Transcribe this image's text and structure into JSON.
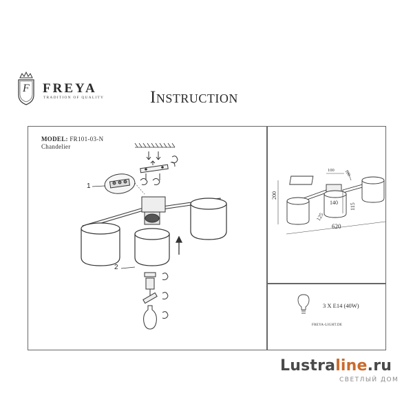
{
  "header": {
    "brand": "FREYA",
    "tagline": "TRADITION OF QUALITY",
    "logo_letter": "F",
    "title": "Instruction"
  },
  "model": {
    "label": "MODEL:",
    "value": "FR101-03-N",
    "type": "Chandelier"
  },
  "assembly": {
    "callouts": [
      "1",
      "2"
    ]
  },
  "dimensions": {
    "height": "200",
    "top_a": "100",
    "top_b": "100",
    "shade_width": "140",
    "shade_height": "115",
    "shade_depth": "125",
    "total_length": "620"
  },
  "spec": {
    "lamp": "3 X E14 (40W)",
    "website": "FREYA-LIGHT.DE"
  },
  "watermark": {
    "part1": "Lustra",
    "part2": "line",
    "part3": ".ru",
    "sub": "СВЕТЛЫЙ ДОМ"
  }
}
